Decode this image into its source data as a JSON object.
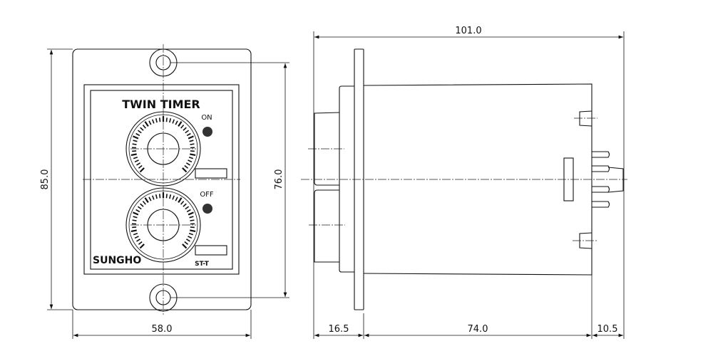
{
  "front_view": {
    "title": "TWIN TIMER",
    "brand": "SUNGHO",
    "model": "ST-T",
    "on_label": "ON",
    "off_label": "OFF"
  },
  "dimensions": {
    "height_overall": "85.0",
    "hole_pitch": "76.0",
    "width": "58.0",
    "depth_overall": "101.0",
    "front_depth": "16.5",
    "body_depth": "74.0",
    "pin_length": "10.5"
  }
}
